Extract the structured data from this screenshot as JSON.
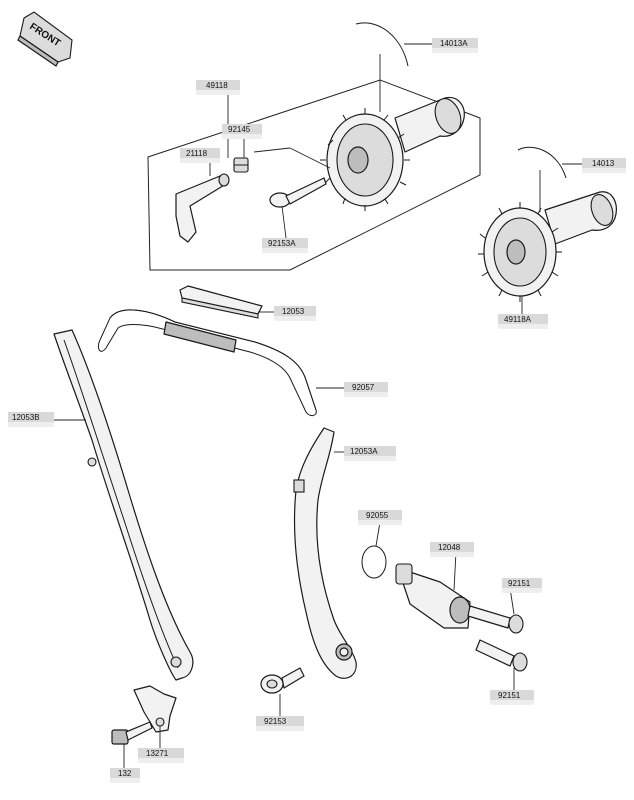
{
  "front_indicator": {
    "label": "FRONT"
  },
  "labels": {
    "p14013A": "14013A",
    "p49118": "49118",
    "p92145": "92145",
    "p21118": "21118",
    "p92153A": "92153A",
    "p14013": "14013",
    "p49118A": "49118A",
    "p12053": "12053",
    "p92057": "92057",
    "p12053B": "12053B",
    "p12053A": "12053A",
    "p92055": "92055",
    "p12048": "12048",
    "p92151_top": "92151",
    "p92151_bottom": "92151",
    "p92153": "92153",
    "p13271": "13271",
    "p132": "132"
  }
}
